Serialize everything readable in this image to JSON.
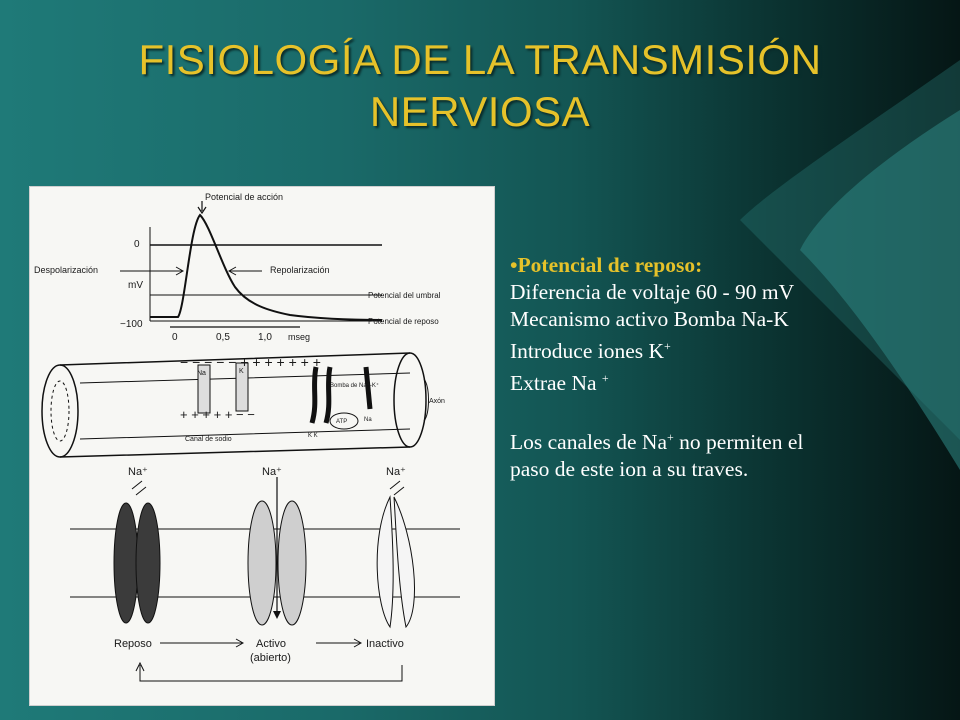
{
  "slide": {
    "title": "FISIOLOGÍA DE LA TRANSMISIÓN NERVIOSA",
    "title_line1": "FISIOLOGÍA DE LA TRANSMISIÓN",
    "title_line2": "NERVIOSA",
    "colors": {
      "title": "#e6c22a",
      "heading": "#e6c22a",
      "body": "#ffffff",
      "bg_left": "#1f7a78",
      "bg_right": "#051615"
    }
  },
  "bullet": {
    "marker": "•",
    "heading": "Potencial de reposo:",
    "lines": [
      {
        "text": "Diferencia de voltaje 60 - 90 mV"
      },
      {
        "text": "Mecanismo activo Bomba Na-K"
      },
      {
        "text": "Introduce iones K",
        "sup": "+"
      },
      {
        "text": "Extrae Na ",
        "sup": "+"
      }
    ],
    "para_pre": "Los canales de Na",
    "para_sup": "+",
    "para_post": " no permiten el",
    "para_line2": "paso de este ion a su traves."
  },
  "figure": {
    "graph": {
      "label_top": "Potencial de acción",
      "label_despol": "Despolarización",
      "label_repol": "Repolarización",
      "label_umbral": "Potencial del umbral",
      "label_reposo": "Potencial de reposo",
      "y_zero": "0",
      "y_mv": "mV",
      "y_min": "−100",
      "x_ticks": [
        "0",
        "0,5",
        "1,0"
      ],
      "x_unit": "mseg"
    },
    "axon": {
      "label_axon": "Axón",
      "label_canal": "Canal de sodio",
      "label_na": "Na",
      "label_k": "K",
      "label_bomba": "Bomba de Na⁺-K⁺",
      "label_atp": "ATP",
      "label_kk": "K K",
      "label_na2": "Na"
    },
    "channels": {
      "ion_labels": [
        "Na⁺",
        "Na⁺",
        "Na⁺"
      ],
      "state_reposo": "Reposo",
      "state_activo": "Activo",
      "state_abierto": "(abierto)",
      "state_inactivo": "Inactivo"
    }
  }
}
